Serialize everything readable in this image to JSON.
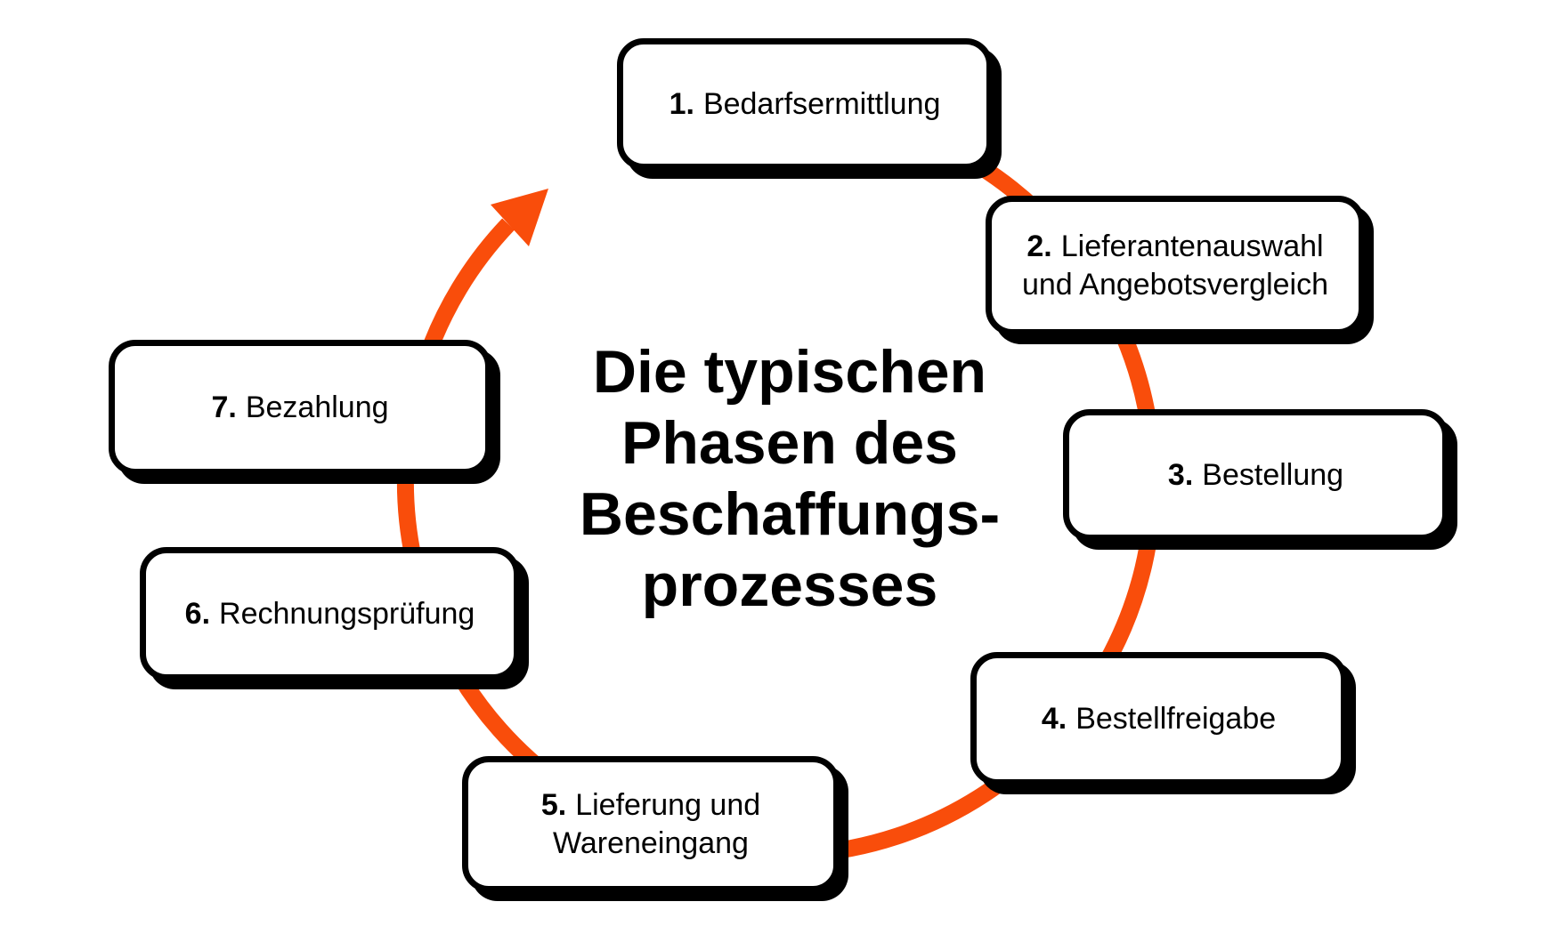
{
  "diagram": {
    "title": {
      "lines": [
        "Die typischen",
        "Phasen des",
        "Beschaffungs-",
        "prozesses"
      ]
    },
    "steps": [
      {
        "number": "1.",
        "lines": [
          "Bedarfsermittlung"
        ]
      },
      {
        "number": "2.",
        "lines": [
          "Lieferantenauswahl",
          "und Angebotsvergleich"
        ]
      },
      {
        "number": "3.",
        "lines": [
          "Bestellung"
        ]
      },
      {
        "number": "4.",
        "lines": [
          "Bestellfreigabe"
        ]
      },
      {
        "number": "5.",
        "lines": [
          "Lieferung und",
          "Wareneingang"
        ]
      },
      {
        "number": "6.",
        "lines": [
          "Rechnungsprüfung"
        ]
      },
      {
        "number": "7.",
        "lines": [
          "Bezahlung"
        ]
      }
    ],
    "colors": {
      "arrow": "#F94D0B",
      "box_border": "#000000",
      "box_fill": "#FFFFFF",
      "text": "#000000",
      "background": "#FFFFFF"
    }
  }
}
